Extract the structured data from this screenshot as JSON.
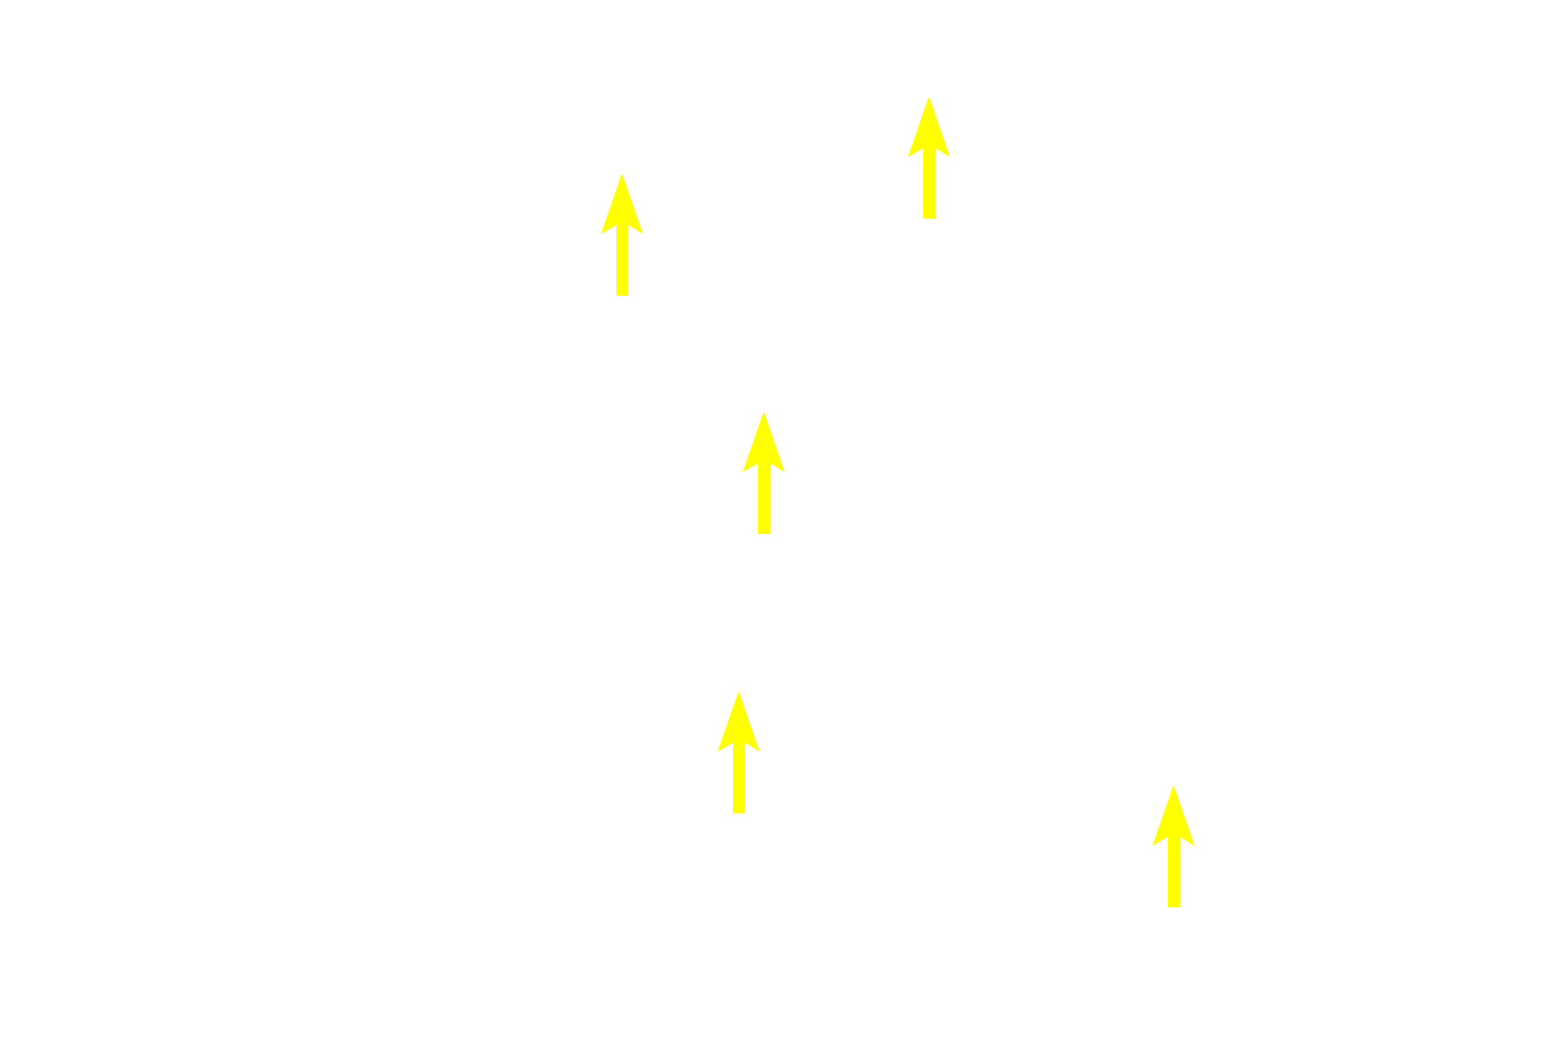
{
  "background_color": "#ffffff",
  "arrow_color": "#ffff00",
  "arrows": [
    {
      "icon": "arrow-up-icon",
      "direction": "up"
    },
    {
      "icon": "arrow-up-icon",
      "direction": "up"
    },
    {
      "icon": "arrow-up-icon",
      "direction": "up"
    },
    {
      "icon": "arrow-up-icon",
      "direction": "up"
    },
    {
      "icon": "arrow-up-icon",
      "direction": "up"
    }
  ]
}
